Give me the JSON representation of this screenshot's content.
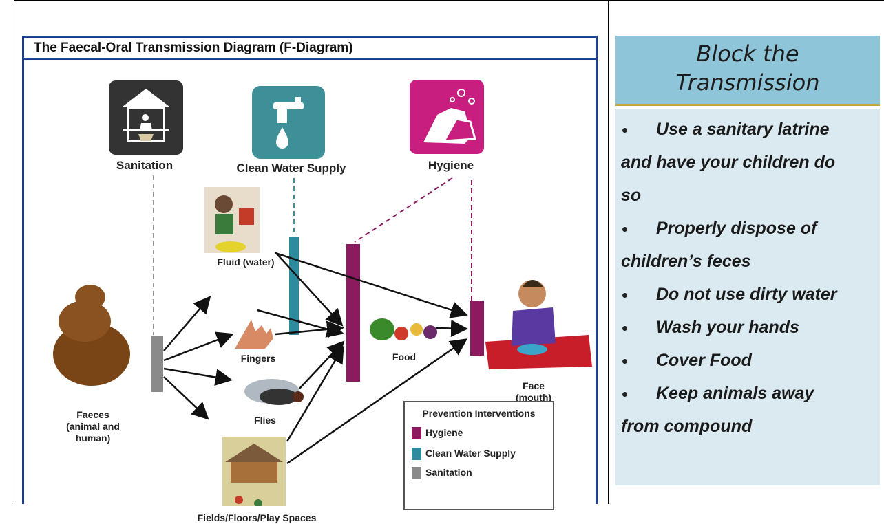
{
  "diagram": {
    "title": "The Faecal-Oral Transmission Diagram (F-Diagram)",
    "labels": {
      "sanitation": "Sanitation",
      "clean_water": "Clean Water Supply",
      "hygiene": "Hygiene",
      "fluid": "Fluid (water)",
      "fingers": "Fingers",
      "flies": "Flies",
      "fields": "Fields/Floors/Play Spaces",
      "faeces": "Faeces\n(animal and\nhuman)",
      "food": "Food",
      "face": "Face\n(mouth)"
    },
    "legend": {
      "title": "Prevention Interventions",
      "items": [
        {
          "label": "Hygiene",
          "color": "#8b1a5e"
        },
        {
          "label": "Clean Water Supply",
          "color": "#2e8a9e"
        },
        {
          "label": "Sanitation",
          "color": "#8a8a8a"
        }
      ]
    },
    "colors": {
      "hygiene": "#8b1a5e",
      "water": "#2e8a9e",
      "sanitation": "#8a8a8a",
      "hygiene_icon": "#c81e7f",
      "water_icon": "#3f8f98",
      "sanitation_icon": "#333333"
    },
    "icons": [
      "latrine-icon",
      "water-tap-icon",
      "handwashing-icon"
    ]
  },
  "side_panel": {
    "header_line1": "Block the",
    "header_line2": "Transmission",
    "items": [
      {
        "first": "Use a sanitary latrine",
        "rest": "and have your children do",
        "rest2": "so"
      },
      {
        "first": "Properly dispose of",
        "rest": "children’s feces",
        "rest2": ""
      },
      {
        "first": "Do not use dirty water",
        "rest": "",
        "rest2": ""
      },
      {
        "first": "Wash your hands",
        "rest": "",
        "rest2": ""
      },
      {
        "first": "Cover Food",
        "rest": "",
        "rest2": ""
      },
      {
        "first": "Keep animals away",
        "rest": "from compound",
        "rest2": ""
      }
    ]
  }
}
